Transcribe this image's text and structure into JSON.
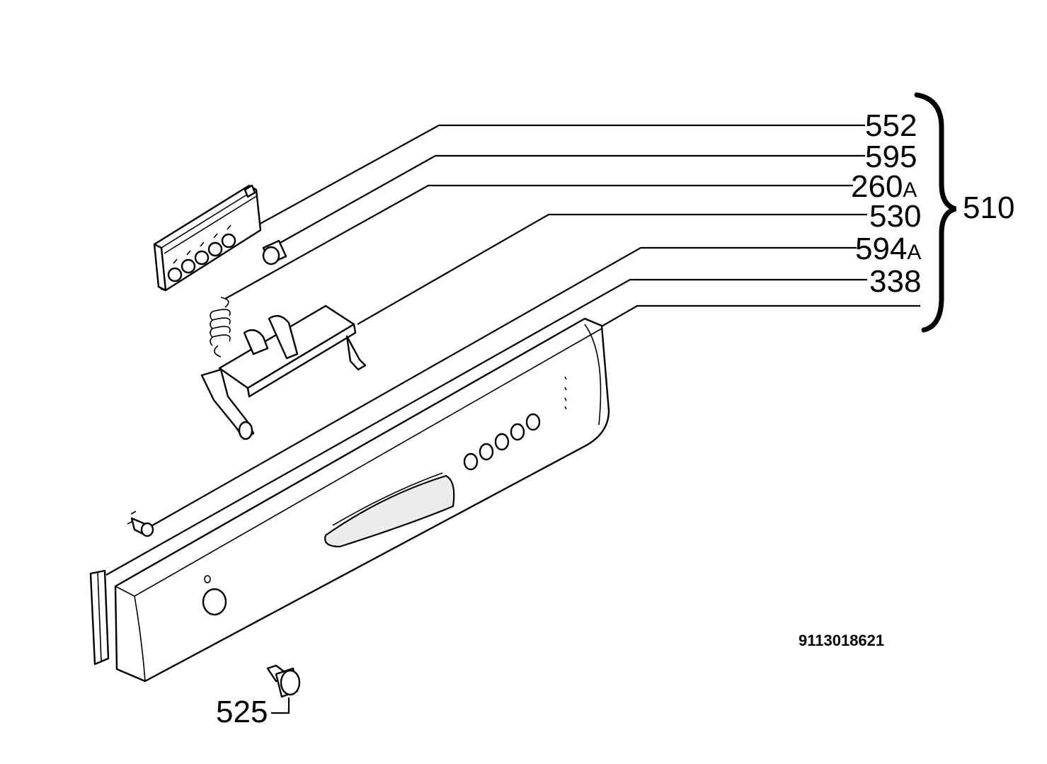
{
  "labels": {
    "l552": "552",
    "l595": "595",
    "l260": "260",
    "l260_suffix": "A",
    "l530": "530",
    "l594": "594",
    "l594_suffix": "A",
    "l338": "338",
    "l510": "510",
    "l525": "525"
  },
  "drawing_code": "9113018621"
}
